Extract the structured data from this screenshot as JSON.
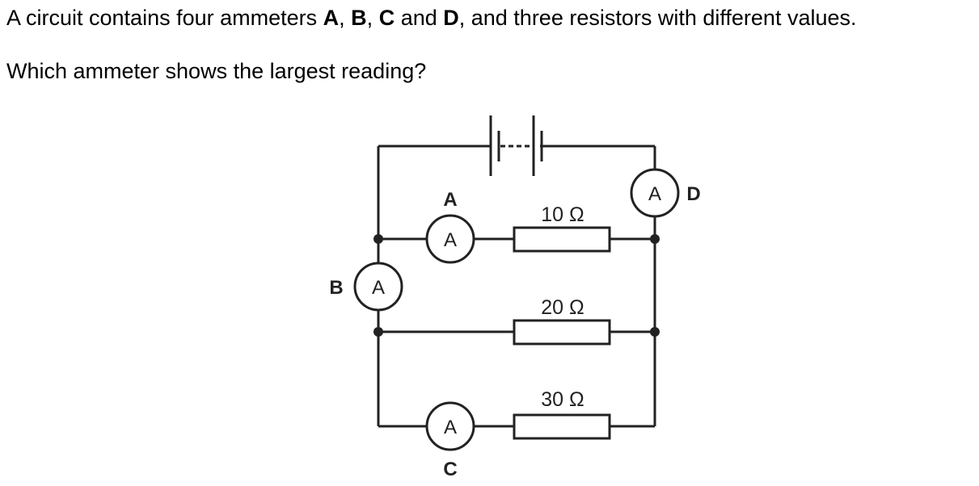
{
  "question": {
    "line1_parts": [
      {
        "text": "A circuit contains four ammeters ",
        "bold": false
      },
      {
        "text": "A",
        "bold": true
      },
      {
        "text": ", ",
        "bold": false
      },
      {
        "text": "B",
        "bold": true
      },
      {
        "text": ", ",
        "bold": false
      },
      {
        "text": "C",
        "bold": true
      },
      {
        "text": " and ",
        "bold": false
      },
      {
        "text": "D",
        "bold": true
      },
      {
        "text": ", and three resistors with different values.",
        "bold": false
      }
    ],
    "line2": "Which ammeter shows the largest reading?"
  },
  "circuit": {
    "meter_symbol": "A",
    "ammeters": {
      "A": {
        "label": "A"
      },
      "B": {
        "label": "B"
      },
      "C": {
        "label": "C"
      },
      "D": {
        "label": "D"
      }
    },
    "resistors": [
      {
        "label": "10 Ω"
      },
      {
        "label": "20 Ω"
      },
      {
        "label": "30 Ω"
      }
    ]
  }
}
